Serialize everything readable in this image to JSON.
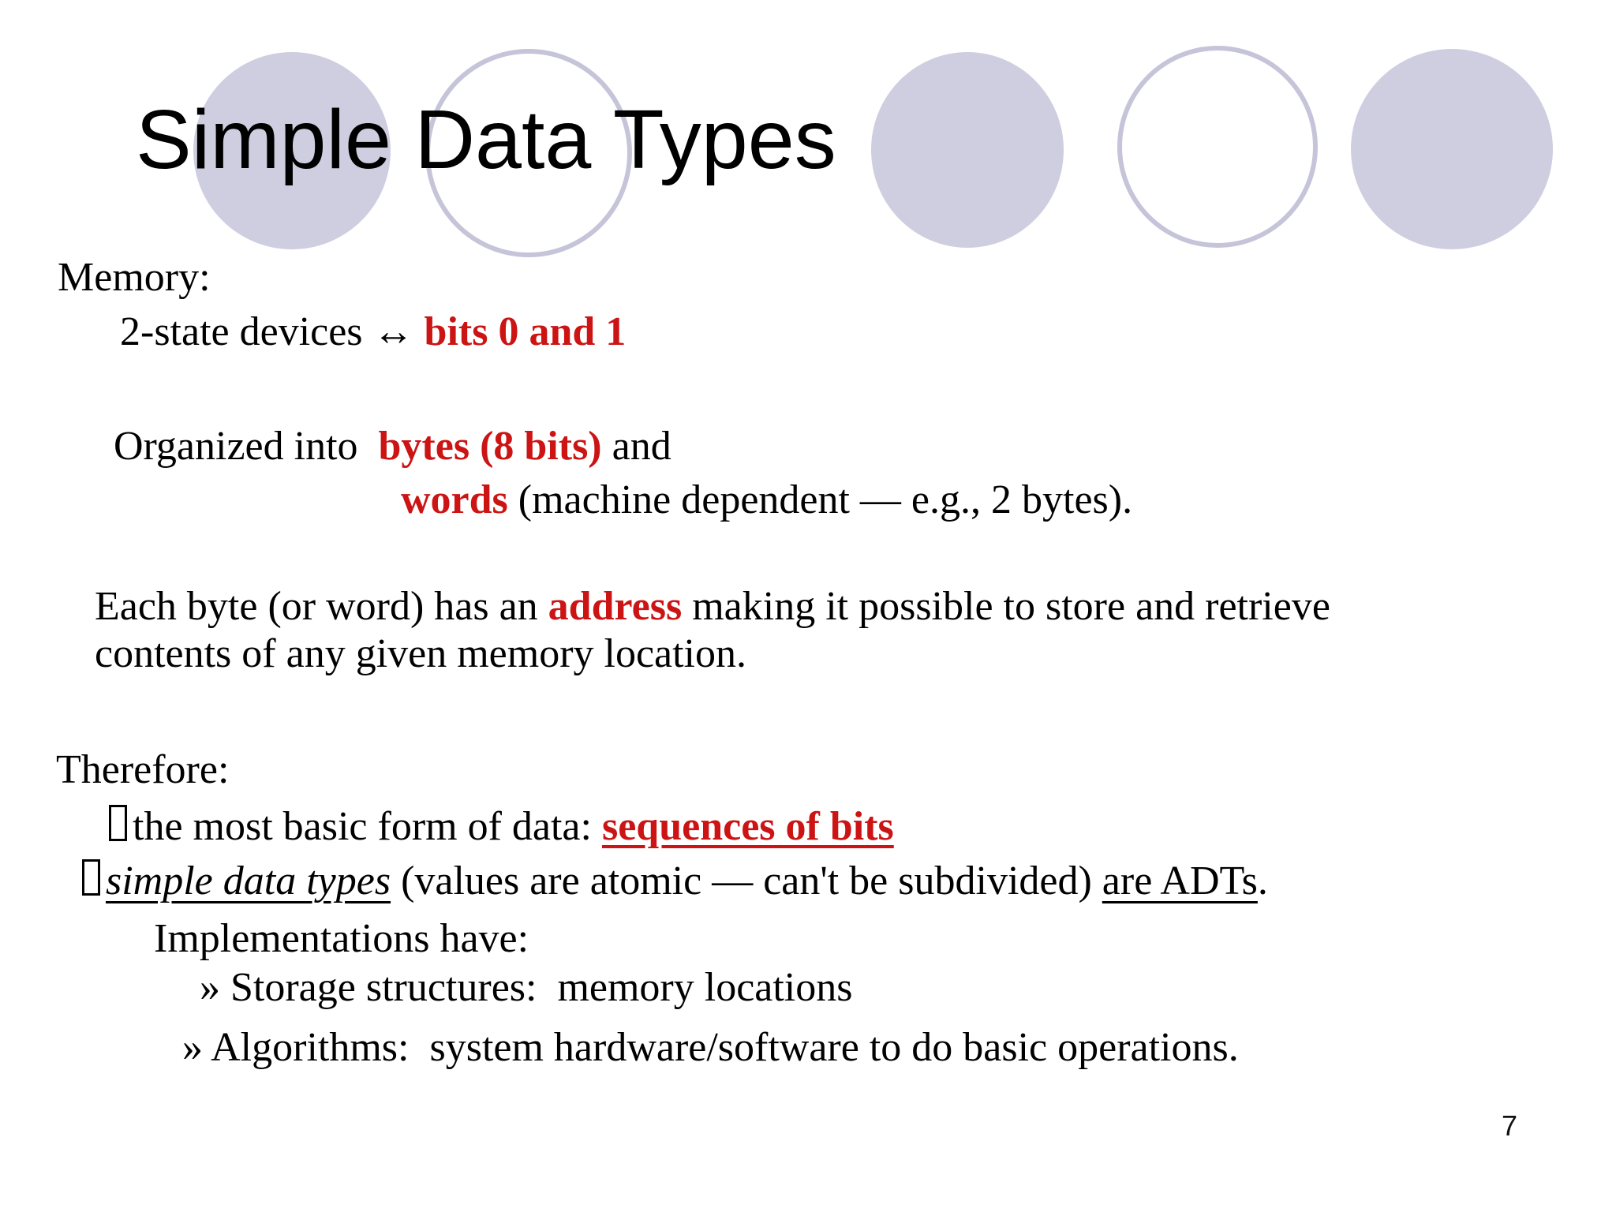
{
  "slide": {
    "title": "Simple Data Types",
    "page_number": "7",
    "colors": {
      "background": "#ffffff",
      "text": "#000000",
      "accent_red": "#cc1414",
      "circle_fill": "#cfcee1",
      "circle_stroke": "#c5c4d9"
    },
    "icons": {
      "missing_glyph": "tofu-box"
    },
    "decorative_circles": [
      {
        "style": "filled"
      },
      {
        "style": "outlined"
      },
      {
        "style": "filled"
      },
      {
        "style": "outlined"
      },
      {
        "style": "filled"
      }
    ],
    "body": {
      "memory_heading": "Memory:",
      "state_black": "2-state devices ↔ ",
      "state_red": "bits 0 and 1",
      "organized_black1": "Organized into  ",
      "organized_red": "bytes (8 bits)",
      "organized_black2": " and",
      "words_red": "words",
      "words_black": " (machine dependent — e.g., 2 bytes).",
      "each_black1": "Each byte (or word) has an ",
      "each_red": "address",
      "each_black2": " making it possible to store and retrieve",
      "contents_line": "contents of any given memory location.",
      "therefore_heading": "Therefore:",
      "mostbasic_black": "the most basic form of data: ",
      "mostbasic_red_underline": "sequences of bits",
      "simple_italic_underline": "simple data types",
      "simple_black1": " (values are atomic — can't be subdivided) ",
      "simple_underline": "are ADTs",
      "simple_black2": ".",
      "implementations_line": "Implementations have:",
      "storage_line": "» Storage structures:  memory locations",
      "algorithms_line": "» Algorithms:  system hardware/software to do basic operations."
    }
  }
}
